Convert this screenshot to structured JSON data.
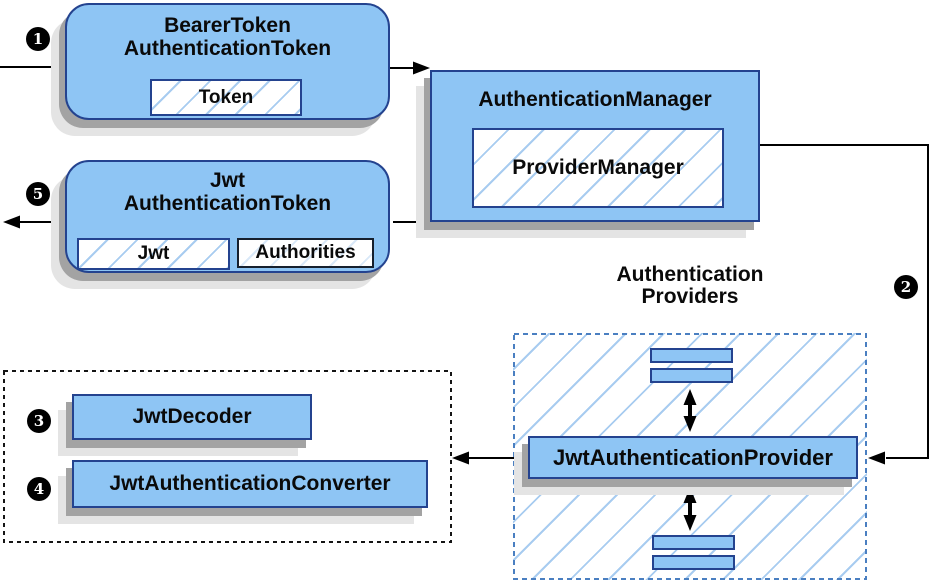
{
  "colors": {
    "node_fill": "#8ec5f4",
    "node_border": "#24438f",
    "hatch_line": "#a8ccf0",
    "hatch_line_light": "#d9e8f8",
    "arrow": "#000000",
    "dashed_blue_border": "#4a7fc1",
    "dotted_black_border": "#151515",
    "shadow_dark": "#a3a3a3",
    "shadow_light": "#e4e4e4",
    "text": "#0a0a0a"
  },
  "badges": {
    "step1": "1",
    "step2": "2",
    "step3": "3",
    "step4": "4",
    "step5": "5"
  },
  "nodes": {
    "bearer_token": {
      "line1": "BearerToken",
      "line2": "AuthenticationToken",
      "chip": "Token"
    },
    "auth_manager": {
      "title": "AuthenticationManager",
      "chip": "ProviderManager"
    },
    "jwt_token": {
      "line1": "Jwt",
      "line2": "AuthenticationToken",
      "chip1": "Jwt",
      "chip2": "Authorities"
    },
    "providers_group": {
      "line1": "Authentication",
      "line2": "Providers"
    },
    "jwt_auth_provider": {
      "title": "JwtAuthenticationProvider"
    },
    "jwt_decoder": {
      "title": "JwtDecoder"
    },
    "jwt_auth_converter": {
      "title": "JwtAuthenticationConverter"
    }
  }
}
